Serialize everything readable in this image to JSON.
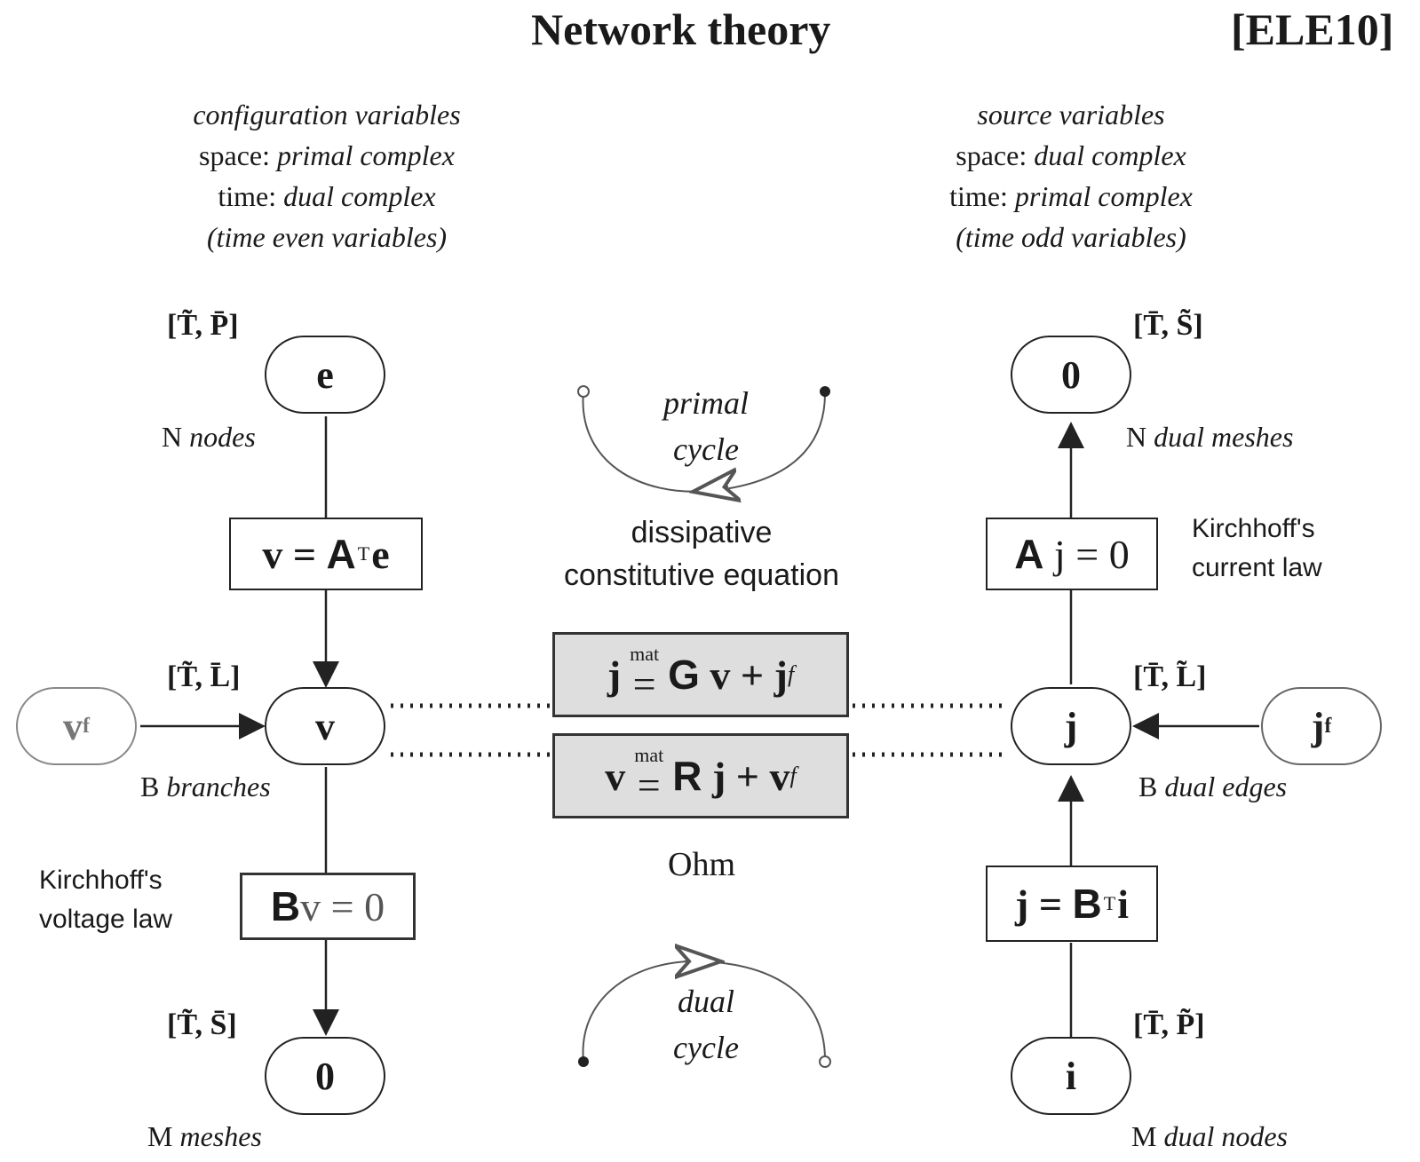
{
  "title": "Network theory",
  "reference": "[ELE10]",
  "left_header": {
    "line1": "configuration variables",
    "line2_prefix": "space:",
    "line2_value": "primal complex",
    "line3_prefix": "time:",
    "line3_value": "dual complex",
    "line4": "(time even variables)"
  },
  "right_header": {
    "line1": "source variables",
    "line2_prefix": "space:",
    "line2_value": "dual complex",
    "line3_prefix": "time:",
    "line3_value": "primal complex",
    "line4": "(time odd variables)"
  },
  "left_column": {
    "top_tag": "[T̃, P̄]",
    "top_node": "e",
    "top_label_letter": "N",
    "top_label": "nodes",
    "eq1_lhs": "v =",
    "eq1_op": "A",
    "eq1_sup": "T",
    "eq1_rhs": "e",
    "mid_tag": "[T̃, L̄]",
    "mid_node": "v",
    "mid_label_letter": "B",
    "mid_label": "branches",
    "source_node": "v",
    "source_sub": "f",
    "law_line1": "Kirchhoff's",
    "law_line2": "voltage law",
    "eq2_op": "B",
    "eq2_rest": "v = 0",
    "bottom_tag": "[T̃, S̄]",
    "bottom_node": "0",
    "bottom_label_letter": "M",
    "bottom_label": "meshes"
  },
  "right_column": {
    "top_tag": "[T̄, S̃]",
    "top_node": "0",
    "top_label_letter": "N",
    "top_label": "dual meshes",
    "eq1_op": "A",
    "eq1_rest": "j = 0",
    "law_line1": "Kirchhoff's",
    "law_line2": "current law",
    "mid_tag": "[T̄, L̃]",
    "mid_node": "j",
    "mid_label_letter": "B",
    "mid_label": "dual edges",
    "source_node": "j",
    "source_sub": "f",
    "eq2_lhs": "j =",
    "eq2_op": "B",
    "eq2_sup": "T",
    "eq2_rhs": "i",
    "bottom_tag": "[T̄, P̃]",
    "bottom_node": "i",
    "bottom_label_letter": "M",
    "bottom_label": "dual nodes"
  },
  "center": {
    "primal_line1": "primal",
    "primal_line2": "cycle",
    "dissipative_line1": "dissipative",
    "dissipative_line2": "constitutive equation",
    "eqA_lhs": "j",
    "eqA_sup": "mat",
    "eqA_eq": "=",
    "eqA_op": "G",
    "eqA_rest": "v + j",
    "eqA_sub": "f",
    "eqB_lhs": "v",
    "eqB_sup": "mat",
    "eqB_eq": "=",
    "eqB_op": "R",
    "eqB_rest": "j + v",
    "eqB_sub": "f",
    "law_name": "Ohm",
    "dual_line1": "dual",
    "dual_line2": "cycle"
  }
}
